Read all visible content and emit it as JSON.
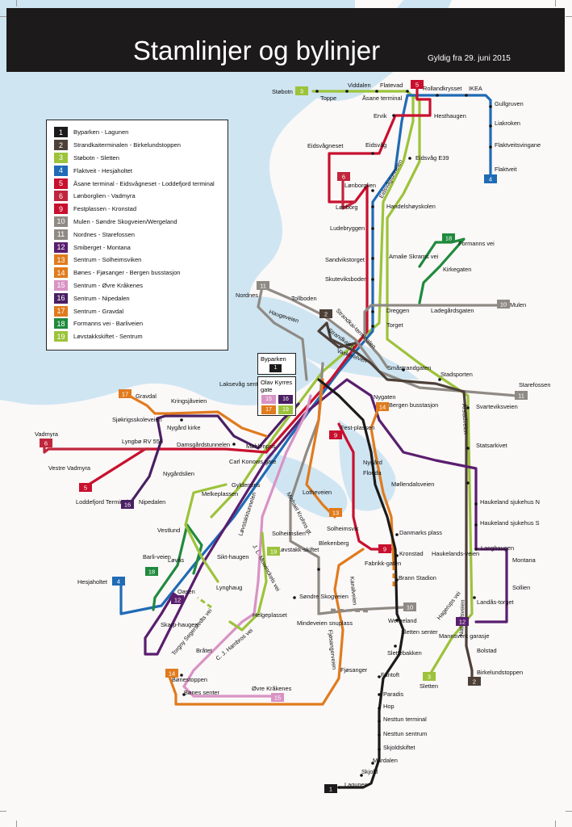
{
  "title": "Stamlinjer og bylinjer",
  "valid_from": "Gyldig fra 29. juni 2015",
  "colors": {
    "1": "#1c1a1a",
    "2": "#4d4038",
    "3": "#9cc33b",
    "4": "#1f6bb5",
    "5": "#c8102e",
    "6": "#c0263c",
    "9": "#c8102e",
    "10": "#8f8a84",
    "11": "#8f8a84",
    "12": "#5a1e6e",
    "13": "#e07b1d",
    "14": "#e07b1d",
    "15": "#d893c4",
    "16": "#4a1f63",
    "17": "#e07b1d",
    "18": "#1f8a3c",
    "19": "#9cc33b",
    "water": "#cfe5f2",
    "land": "#fbf8f8"
  },
  "legend": [
    {
      "num": "1",
      "text": "Byparken - Lagunen"
    },
    {
      "num": "2",
      "text": "Strandkaiterminalen - Birkelundstoppen"
    },
    {
      "num": "3",
      "text": "Støbotn - Sletten"
    },
    {
      "num": "4",
      "text": "Flaktveit - Hesjaholtet"
    },
    {
      "num": "5",
      "text": "Åsane terminal - Eidsvågneset - Loddefjord terminal"
    },
    {
      "num": "6",
      "text": "Lønborglien - Vadmyra"
    },
    {
      "num": "9",
      "text": "Festplassen - Kronstad"
    },
    {
      "num": "10",
      "text": "Mulen - Søndre Skogveien/Wergeland"
    },
    {
      "num": "11",
      "text": "Nordnes - Starefossen"
    },
    {
      "num": "12",
      "text": "Smiberget - Montana"
    },
    {
      "num": "13",
      "text": "Sentrum - Solheimsviken"
    },
    {
      "num": "14",
      "text": "Bønes - Fjøsanger - Bergen busstasjon"
    },
    {
      "num": "15",
      "text": "Sentrum - Øvre Kråkenes"
    },
    {
      "num": "16",
      "text": "Sentrum - Nipedalen"
    },
    {
      "num": "17",
      "text": "Sentrum - Gravdal"
    },
    {
      "num": "18",
      "text": "Formanns vei - Barliveien"
    },
    {
      "num": "19",
      "text": "Løvstakkskiftet - Sentrum"
    }
  ],
  "byparken_box": {
    "label": "Byparken",
    "badge": "1"
  },
  "olav_box": {
    "label": "Olav Kyrres gate",
    "badges": [
      "15",
      "16",
      "17",
      "19"
    ]
  },
  "stops": [
    "Støbotn",
    "Toppe",
    "Viddalen",
    "Flatevad",
    "Åsane terminal",
    "Rollandkrysset",
    "IKEA",
    "Gullgruven",
    "Liakroken",
    "Flaktveitsvingane",
    "Flaktveit",
    "Ervik",
    "Hesthaugen",
    "Eidsvågneset",
    "Eidsvåg",
    "Eidsvåg E39",
    "Lønborglien",
    "Lønborg",
    "Handelshøyskolen",
    "Ludebryggen",
    "Sandvikstorget",
    "Amalie Skrams vei",
    "Formanns vei",
    "Kirkegaten",
    "Skuteviksboder",
    "Tollboden",
    "Nordnes",
    "Dreggen",
    "Ladegårdsgaten",
    "Mulen",
    "Torget",
    "Småstrandgaten",
    "Stadsporten",
    "Starefossen",
    "Svarteviksveien",
    "Nygaten",
    "Bergen busstasjon",
    "Gravdal",
    "Kringsjåveien",
    "Laksevåg senter",
    "Sjøkrigsskoleveien",
    "Nygård kirke",
    "Møhlenpris",
    "Fest-plassen",
    "Vadmyra",
    "Vestre Vadmyra",
    "Lyngbø RV 555",
    "Damsgårdstunnelen",
    "Loddefjord Terminal",
    "Nygårdslien",
    "Nipedalen",
    "Carl Konows gate",
    "Gyldenpris",
    "Melkeplassen",
    "Nygård",
    "Florida",
    "Møllendalsveien",
    "Statsarkivet",
    "Lotheveien",
    "Solheimsvik",
    "Solheimslien",
    "Vestlund",
    "Løvstakk-skiftet",
    "Haukeland sjukehus N",
    "Haukeland sjukehus S",
    "Langhaugen",
    "Montana",
    "Sollien",
    "Landås-torget",
    "Danmarks plass",
    "Kronstad",
    "Fabrikk-gaten",
    "Blekenberg",
    "Barli-veien",
    "Løvås",
    "Sikt-haugen",
    "Lynghaug",
    "Oasen",
    "Hesjaholtet",
    "Skarp-haugen",
    "Brann Stadion",
    "Haukelands-veien",
    "Søndre Skogveien",
    "Mindeveien snuplass",
    "Wergeland",
    "Sletten senter",
    "Slettebakken",
    "Mannsverk garasje",
    "Bolstad",
    "Birkelundstoppen",
    "Helgeplasset",
    "Fjøsanger",
    "Fantoft",
    "Sletten",
    "Bråtet",
    "Bønestoppen",
    "Bønes senter",
    "Øvre Kråkenes",
    "Paradis",
    "Hop",
    "Nesttun terminal",
    "Nesttun sentrum",
    "Skjoldskiftet",
    "Mårdalen",
    "Skjold",
    "Lagunen"
  ],
  "road_labels": [
    "Eidsvågtunnelen",
    "Strandkai-terminalen",
    "Strandkaien",
    "Vaskerelven",
    "Haugeveien",
    "Løvstakktunnelen",
    "Michael Krohns gt.",
    "J. L. Mowinckels vei",
    "Torgny Segerstedts vei",
    "C. J. Hambros vei",
    "Kanalveien",
    "Fjøsangerveien",
    "Årstadveien",
    "Hagerups vei",
    "Natlandsveien"
  ],
  "route_badges": [
    "3",
    "5",
    "4",
    "6",
    "18",
    "11",
    "2",
    "10",
    "11",
    "17",
    "6",
    "5",
    "16",
    "13",
    "9",
    "14",
    "19",
    "9",
    "12",
    "4",
    "18",
    "10",
    "12",
    "3",
    "2",
    "14",
    "15",
    "1"
  ]
}
